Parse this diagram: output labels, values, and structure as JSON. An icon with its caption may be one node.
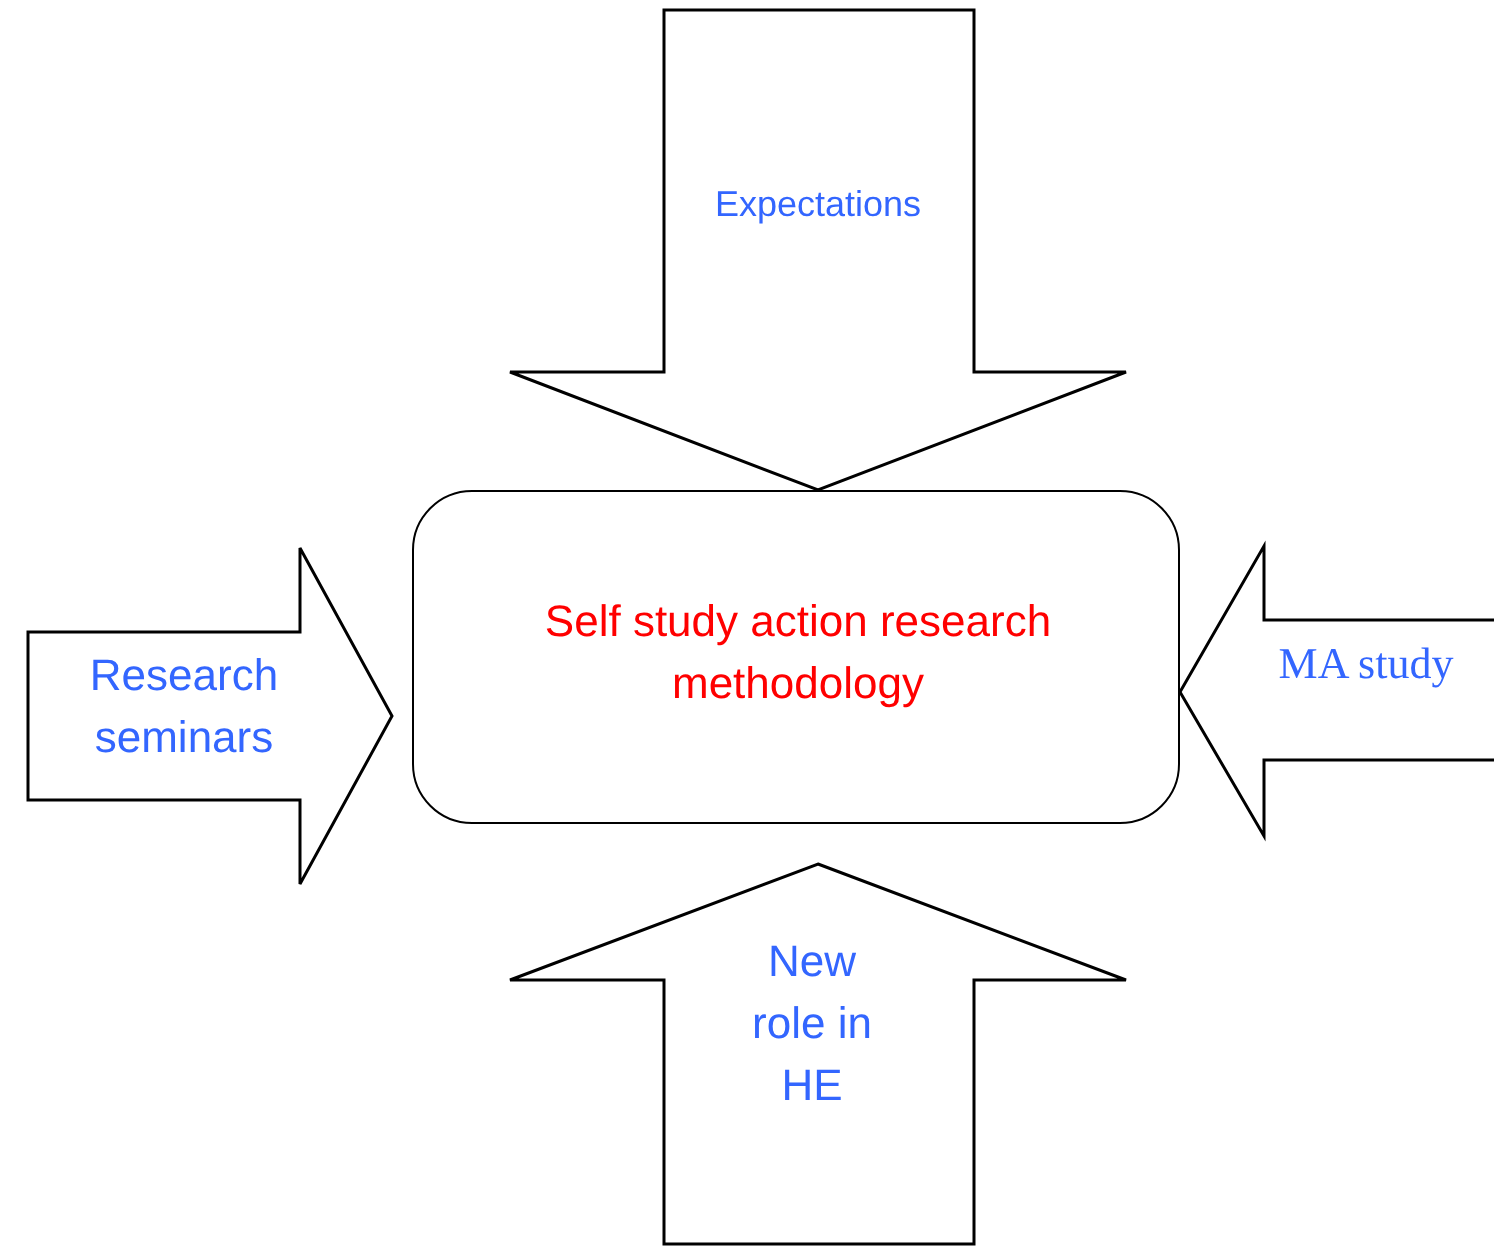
{
  "diagram": {
    "nodes": [
      {
        "text": [
          "Expectations"
        ]
      },
      {
        "text": [
          "Research seminars"
        ]
      },
      {
        "text": [
          "Self study action research methodology"
        ]
      },
      {
        "text": [
          "MA study"
        ]
      },
      {
        "text": [
          "New role in HE"
        ]
      }
    ]
  }
}
